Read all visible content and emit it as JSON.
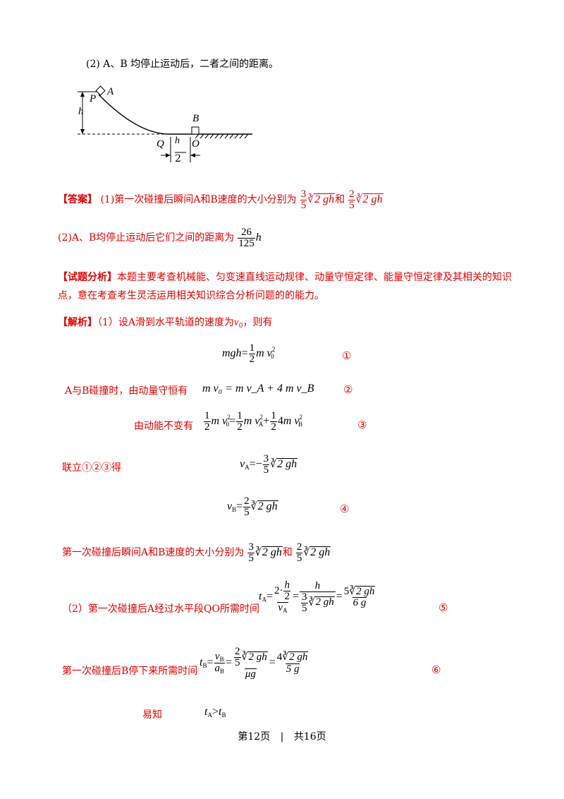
{
  "question2": "(2) A、B 均停止运动后，二者之间的距离。",
  "figure": {
    "label_P": "P",
    "label_A": "A",
    "label_h": "h",
    "label_B": "B",
    "label_Q": "Q",
    "label_O": "O",
    "frac_num": "h",
    "frac_den": "2"
  },
  "answer": {
    "tag": "【答案】",
    "part1_text": "(1)第一次碰撞后瞬间A和B速度的大小分别为",
    "and": "和",
    "f1_num": "3",
    "f1_den": "5",
    "f2_num": "2",
    "f2_den": "5",
    "sqrt_content": "2 gh",
    "part2_text": "(2)A、B均停止运动后它们之间的距离为",
    "d_num": "26",
    "d_den": "125",
    "d_var": "h"
  },
  "analysis": {
    "tag": "【试题分析】",
    "text1": "本题主要考查机械能、匀变速直线运动规律、动量守恒定律、能量守恒定律及其相关的知识",
    "text2": "点，意在考查考生灵活运用相关知识综合分析问题的的能力。"
  },
  "solution": {
    "tag": "【解析】",
    "intro": "（1）设A滑到水平轨道的速度为",
    "intro_var": "v",
    "intro_sub": "0",
    "intro_end": "，则有",
    "eq1_lhs": "mgh",
    "half_num": "1",
    "half_den": "2",
    "mv": "m v",
    "sub0": "0",
    "sup2": "2",
    "circle1": "①",
    "collision_text": "A与B碰撞时，由动量守恒有",
    "eq2": "m v₀ = m v_A + 4 m v_B",
    "circle2": "②",
    "energy_text": "由动能不变有",
    "circle3": "③",
    "combine_text": "联立①②③得",
    "vA": "v",
    "subA": "A",
    "subB": "B",
    "minus": "−",
    "circle4": "④",
    "summary_text": "第一次碰撞后瞬间A和B速度的大小分别为",
    "part2_text": "（2）第一次碰撞后A经过水平段QO所需时间",
    "tA_var": "t",
    "two_dot": "2·",
    "five_sqrt": "5",
    "six_g": "6 g",
    "circle5": "⑤",
    "tB_text": "第一次碰撞后B停下来所需时间",
    "aB": "a",
    "mug": "μg",
    "four": "4",
    "five_g": "5 g",
    "circle6": "⑥",
    "easy_text": "易知",
    "gt": ">"
  },
  "footer": {
    "page": "第12页",
    "sep": "|",
    "total": "共16页"
  }
}
